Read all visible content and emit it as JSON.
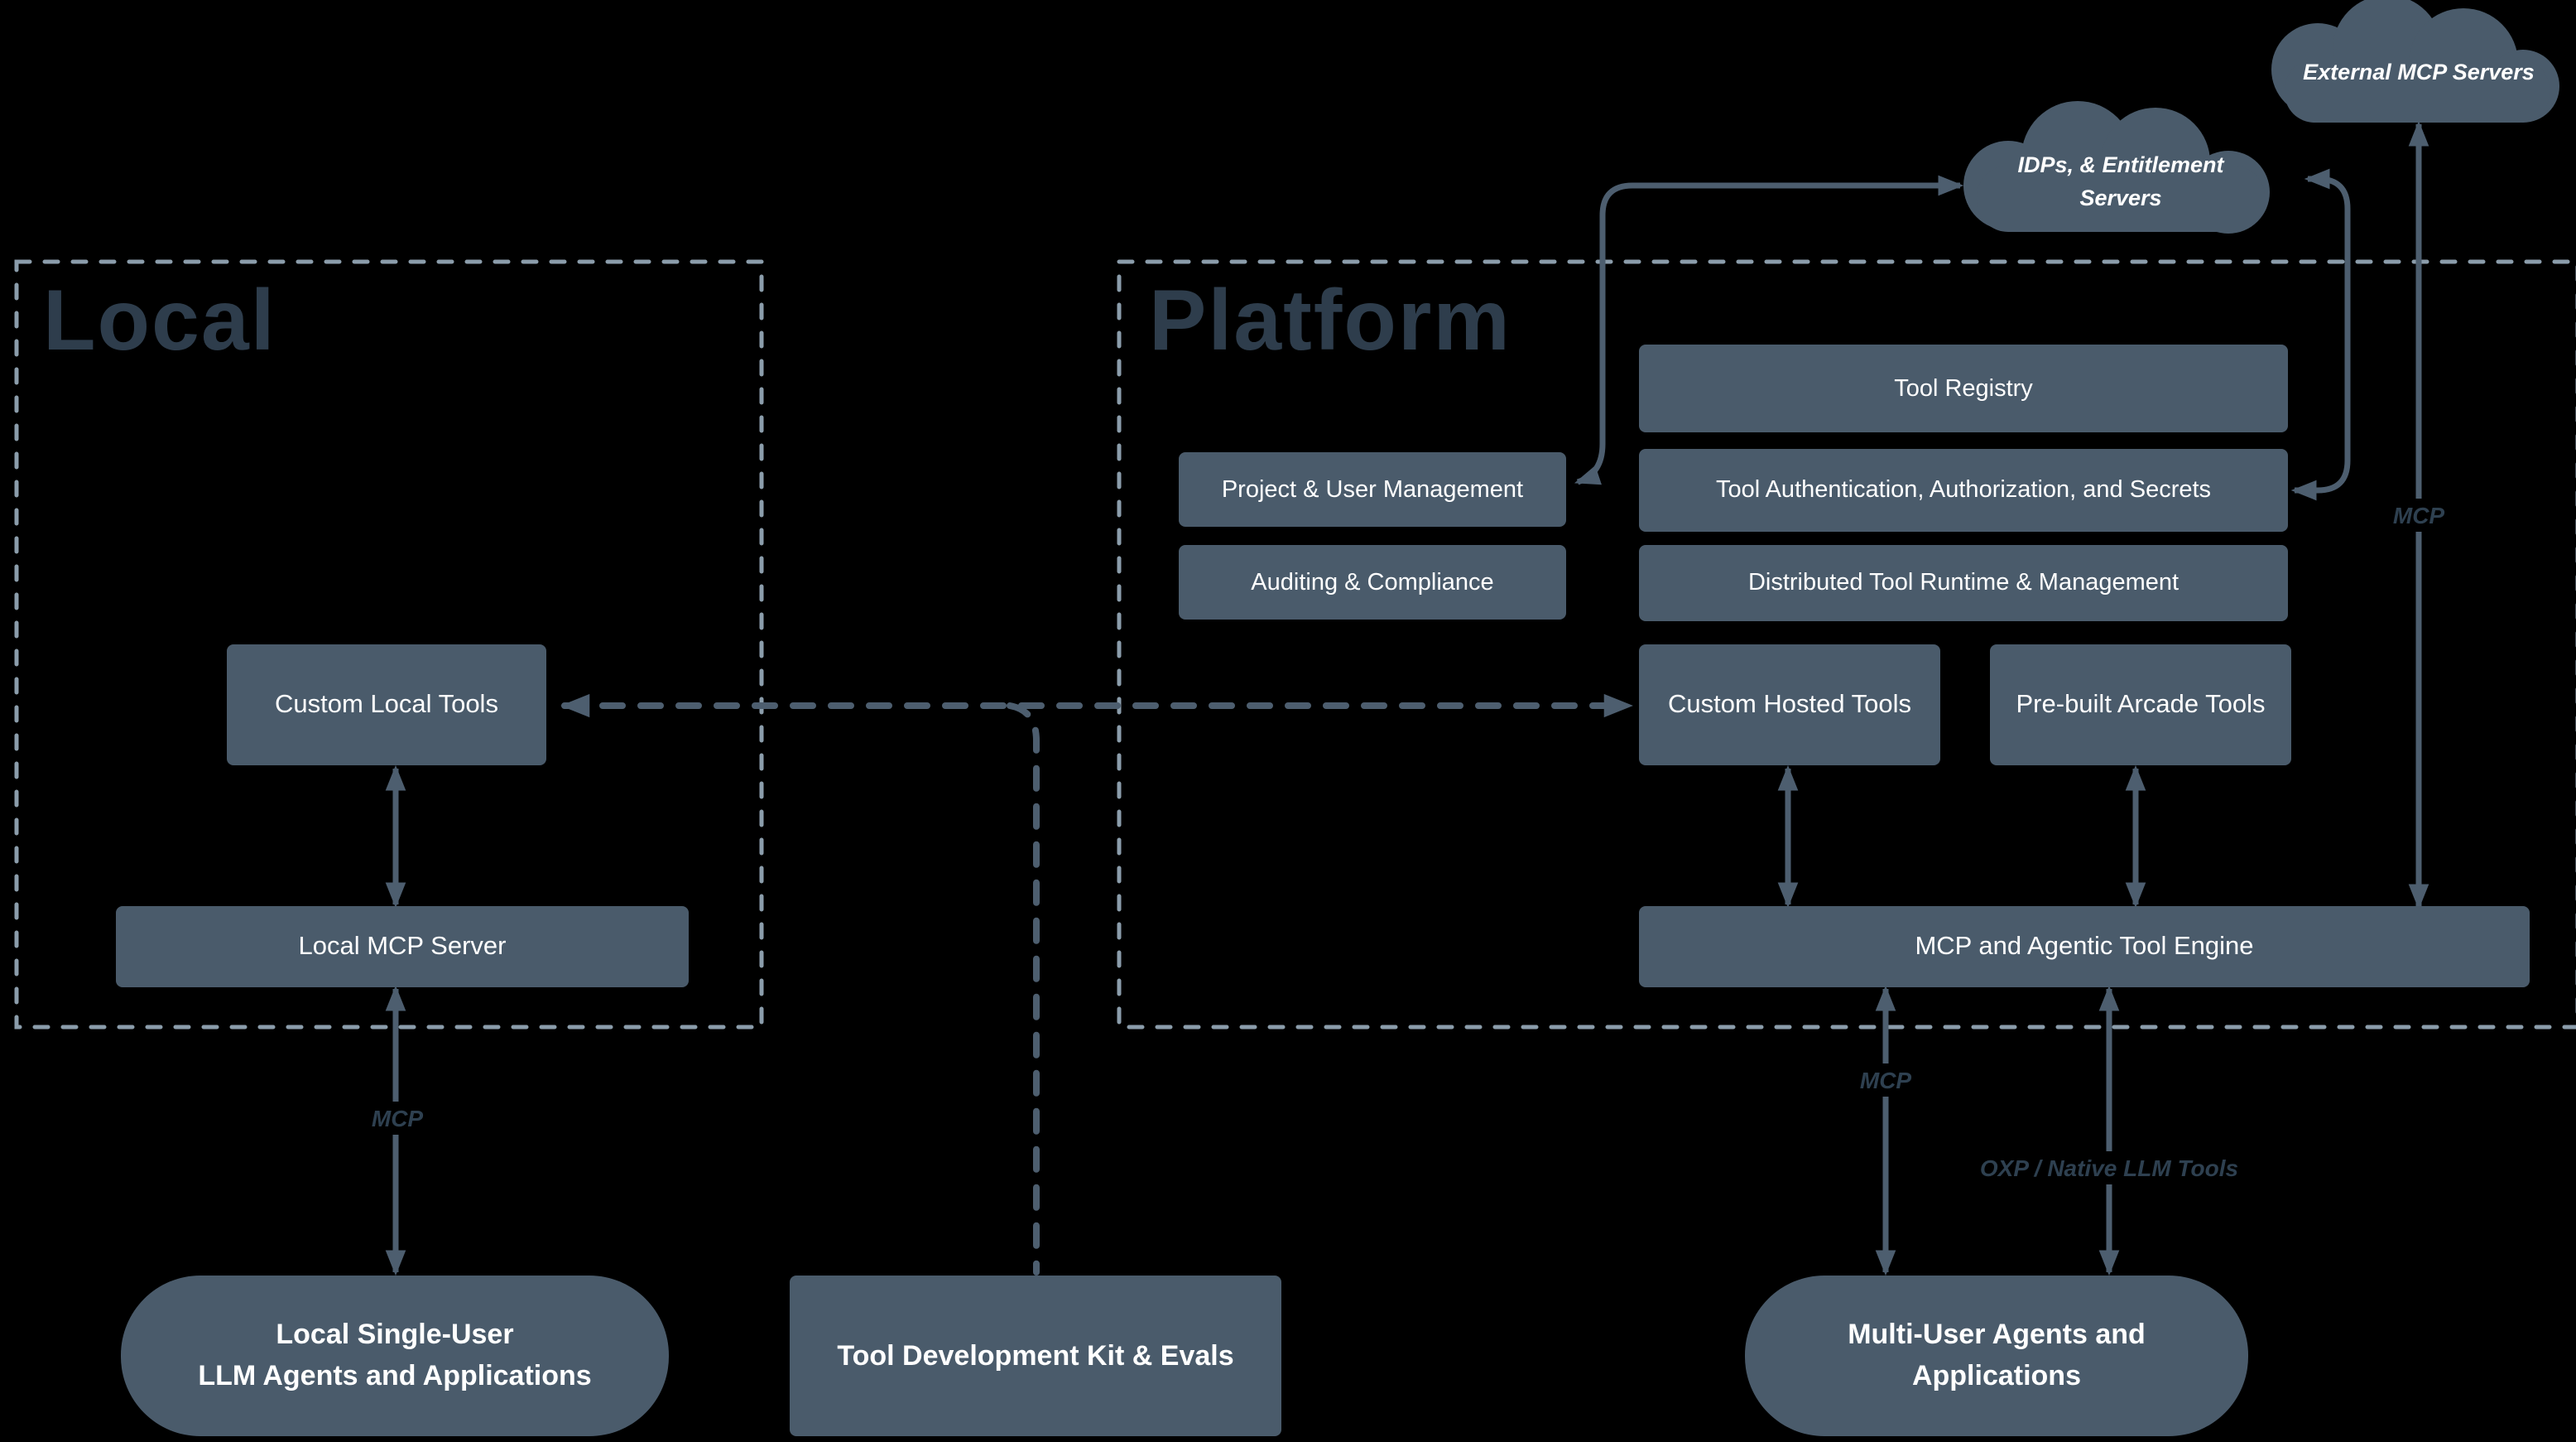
{
  "regions": {
    "local": "Local",
    "platform": "Platform"
  },
  "clouds": {
    "external_mcp": "External MCP Servers",
    "idps_line1": "IDPs, & Entitlement",
    "idps_line2": "Servers"
  },
  "nodes": {
    "tool_registry": "Tool Registry",
    "project_user_management": "Project & User Management",
    "tool_auth": "Tool Authentication, Authorization, and Secrets",
    "auditing_compliance": "Auditing & Compliance",
    "distributed_runtime": "Distributed Tool Runtime & Management",
    "custom_local_tools": "Custom Local Tools",
    "custom_hosted_tools": "Custom Hosted Tools",
    "prebuilt_arcade_tools": "Pre-built Arcade Tools",
    "local_mcp_server": "Local MCP Server",
    "mcp_agentic_engine": "MCP and Agentic Tool Engine",
    "tool_dev_kit": "Tool Development Kit & Evals",
    "local_single_user_line1": "Local Single-User",
    "local_single_user_line2": "LLM Agents and Applications",
    "multi_user_line1": "Multi-User Agents and",
    "multi_user_line2": "Applications"
  },
  "edge_labels": {
    "mcp_local": "MCP",
    "mcp_engine": "MCP",
    "oxp": "OXP / Native LLM Tools",
    "mcp_external": "MCP"
  },
  "colors": {
    "background": "#000000",
    "node_fill": "#4A5B6B",
    "node_text": "#FFFFFF",
    "region_label": "#2E3D4C",
    "edge_label": "#2E4050",
    "connector": "#4D5E6F",
    "region_border": "#8B9DAB"
  }
}
